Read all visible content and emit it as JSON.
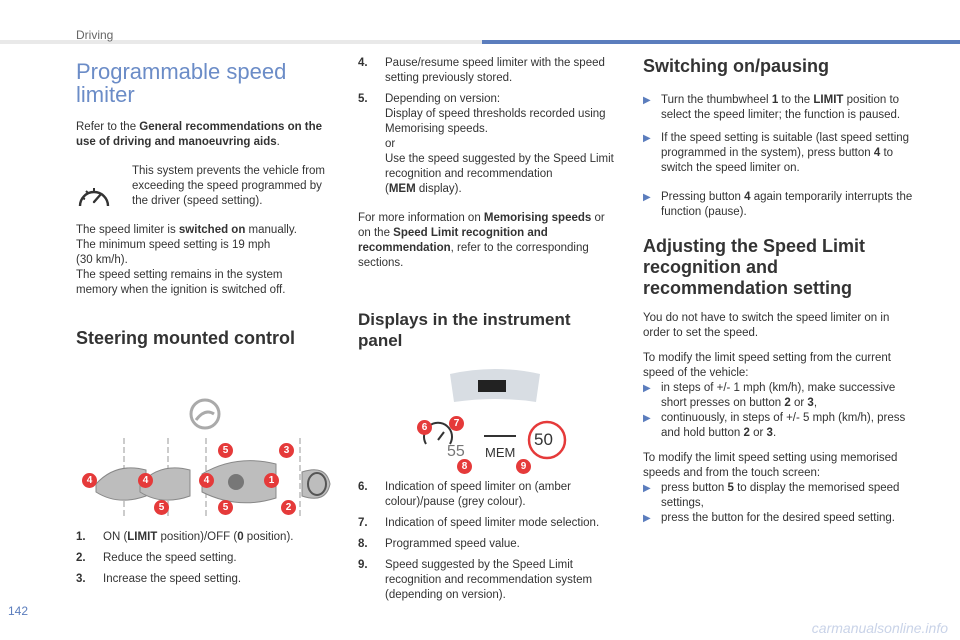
{
  "header": {
    "section": "Driving",
    "page_number": "142"
  },
  "watermark": "carmanualsonline.info",
  "left": {
    "title": "Programmable speed limiter",
    "refer": {
      "prefix": "Refer to the ",
      "bold": "General recommendations on the use of driving and manoeuvring aids",
      "suffix": "."
    },
    "info_text": "This system prevents the vehicle from exceeding the speed programmed by the driver (speed setting).",
    "para1_a": "The speed limiter is ",
    "para1_b": "switched on",
    "para1_c": " manually.",
    "para1_d": "The minimum speed setting is 19 mph",
    "para1_e": "(30 km/h).",
    "para1_f": "The speed setting remains in the system memory when the ignition is switched off.",
    "control_heading": "Steering mounted control",
    "items": [
      {
        "n": "1.",
        "a": "ON (",
        "b": "LIMIT",
        "c": " position)/OFF (",
        "d": "0",
        "e": " position)."
      },
      {
        "n": "2.",
        "text": "Reduce the speed setting."
      },
      {
        "n": "3.",
        "text": "Increase the speed setting."
      }
    ],
    "badges": [
      "5",
      "3",
      "4",
      "4",
      "4",
      "1",
      "5",
      "5",
      "2"
    ]
  },
  "middle": {
    "items_top": [
      {
        "n": "4.",
        "text": "Pause/resume speed limiter with the speed setting previously stored."
      },
      {
        "n": "5.",
        "l1": "Depending on version:",
        "l2": "Display of speed thresholds recorded using Memorising speeds.",
        "l3": "or",
        "l4": "Use the speed suggested by the Speed Limit recognition and recommendation",
        "l5a": "(",
        "l5b": "MEM",
        "l5c": " display)."
      }
    ],
    "more_a": "For more information on ",
    "more_b": "Memorising speeds",
    "more_c": " or on the ",
    "more_d": "Speed Limit recognition and recommendation",
    "more_e": ", refer to the corresponding sections.",
    "displays_heading": "Displays in the instrument panel",
    "panel": {
      "speed": "55",
      "mem": "MEM",
      "limit": "50",
      "badges": [
        "6",
        "7",
        "8",
        "9"
      ]
    },
    "items_bottom": [
      {
        "n": "6.",
        "text": "Indication of speed limiter on (amber colour)/pause (grey colour)."
      },
      {
        "n": "7.",
        "text": "Indication of speed limiter mode selection."
      },
      {
        "n": "8.",
        "text": "Programmed speed value."
      },
      {
        "n": "9.",
        "text": "Speed suggested by the Speed Limit recognition and recommendation system (depending on version)."
      }
    ]
  },
  "right": {
    "switch_heading": "Switching on/pausing",
    "b1_a": "Turn the thumbwheel ",
    "b1_b": "1",
    "b1_c": " to the ",
    "b1_d": "LIMIT",
    "b1_e": " position to select the speed limiter; the function is paused.",
    "b2_a": "If the speed setting is suitable (last speed setting programmed in the system), press button ",
    "b2_b": "4",
    "b2_c": " to switch the speed limiter on.",
    "b3_a": "Pressing button ",
    "b3_b": "4",
    "b3_c": " again temporarily interrupts the function (pause).",
    "adjust_heading": "Adjusting the Speed Limit recognition and recommendation setting",
    "p1": "You do not have to switch the speed limiter on in order to set the speed.",
    "p2": "To modify the limit speed setting from the current speed of the vehicle:",
    "b4_a": "in steps of +/- 1 mph (km/h), make successive short presses on button ",
    "b4_b": "2",
    "b4_c": " or ",
    "b4_d": "3",
    "b4_e": ",",
    "b5_a": "continuously, in steps of +/- 5 mph (km/h), press and hold button ",
    "b5_b": "2",
    "b5_c": " or ",
    "b5_d": "3",
    "b5_e": ".",
    "p3": "To modify the limit speed setting using memorised speeds and from the touch screen:",
    "b6": "press button 5 to display the memorised speed settings,",
    "b6_a": "press button ",
    "b6_b": "5",
    "b6_c": " to display the memorised speed settings,",
    "b7": "press the button for the desired speed setting."
  }
}
